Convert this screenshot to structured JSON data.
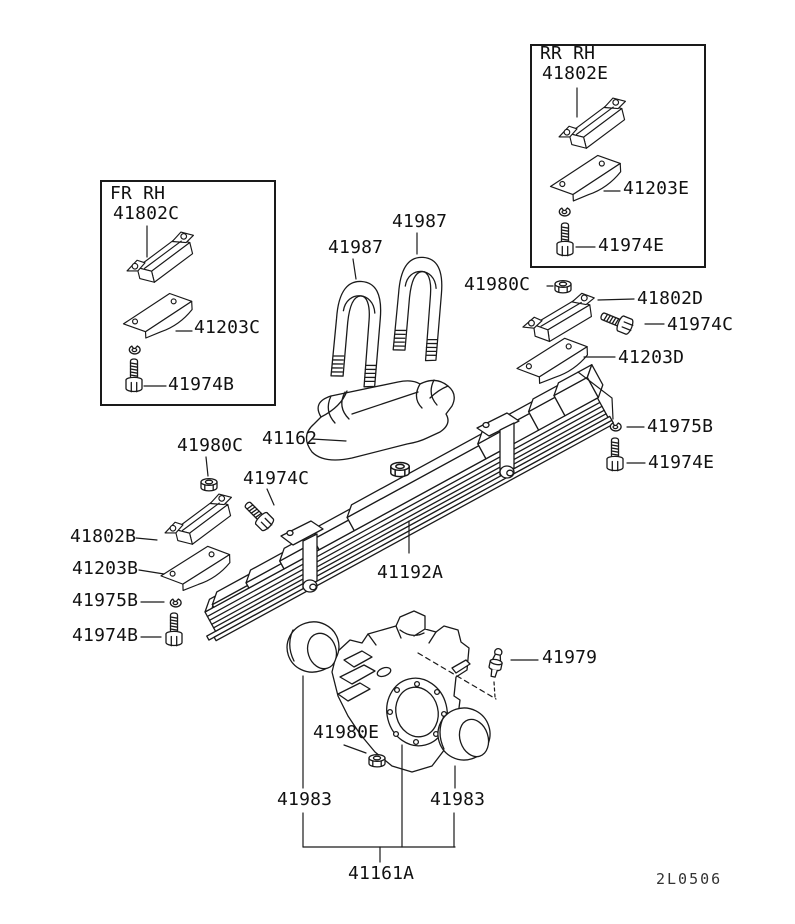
{
  "diagram": {
    "drawing_code": "2L0506",
    "boxes": {
      "fr": {
        "title": "FR RH",
        "bracket": "41802C",
        "plate": "41203C",
        "bolt": "41974B"
      },
      "rr": {
        "title": "RR RH",
        "bracket": "41802E",
        "plate": "41203E",
        "bolt": "41974E"
      }
    },
    "callouts": {
      "u_bolt_left": "41987",
      "u_bolt_right": "41987",
      "nut_upper_right": "41980C",
      "bracket_d": "41802D",
      "bolt_c_right": "41974C",
      "plate_d": "41203D",
      "washer_right": "41975B",
      "bolt_e_right": "41974E",
      "bump_stopper": "41162",
      "nut_left": "41980C",
      "bolt_c_left": "41974C",
      "bracket_b": "41802B",
      "plate_b": "41203B",
      "washer_left": "41975B",
      "bolt_b_left": "41974B",
      "leaf_spring": "41192A",
      "air_breather": "41979",
      "nut_housing": "41980E",
      "bushing_left": "41983",
      "bushing_right": "41983",
      "axle_housing": "41161A"
    }
  }
}
